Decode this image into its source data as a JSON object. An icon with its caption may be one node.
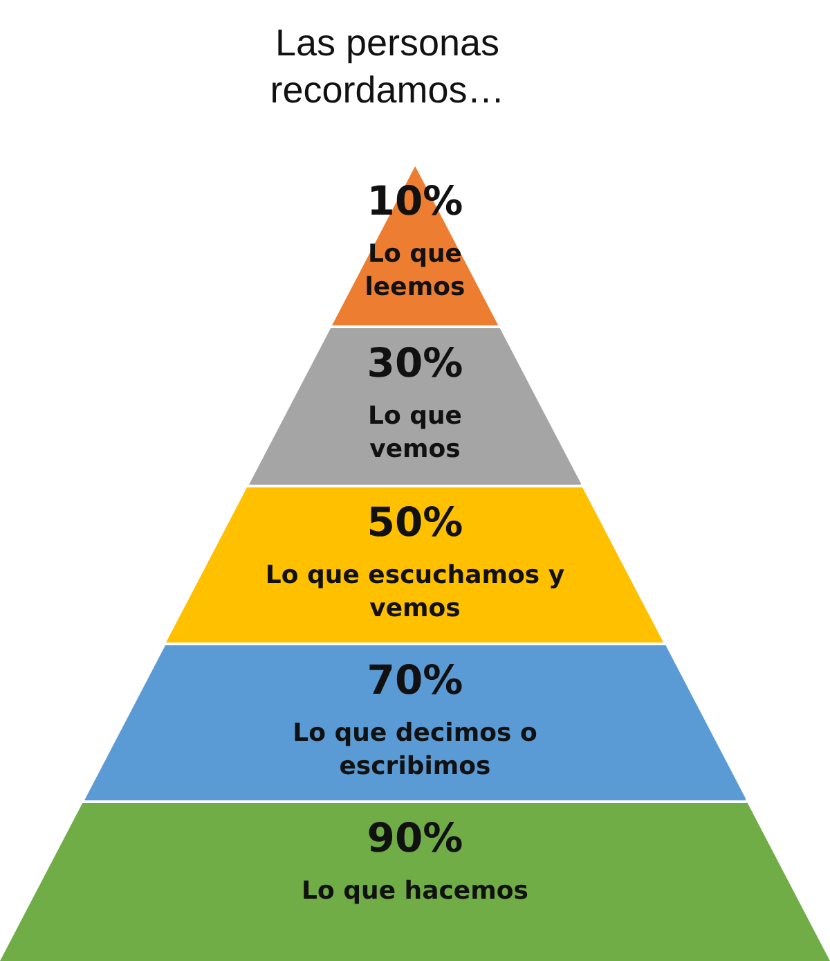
{
  "diagram": {
    "title": "Las personas recordamos…",
    "nodes": [
      {
        "text": [
          "10%",
          "Lo que leemos"
        ]
      },
      {
        "text": [
          "30%",
          "Lo que vemos"
        ]
      },
      {
        "text": [
          "50%",
          "Lo que escuchamos y vemos"
        ]
      },
      {
        "text": [
          "70%",
          "Lo que decimos o escribimos"
        ]
      },
      {
        "text": [
          "90%",
          "Lo que hacemos"
        ]
      }
    ],
    "edges": []
  }
}
